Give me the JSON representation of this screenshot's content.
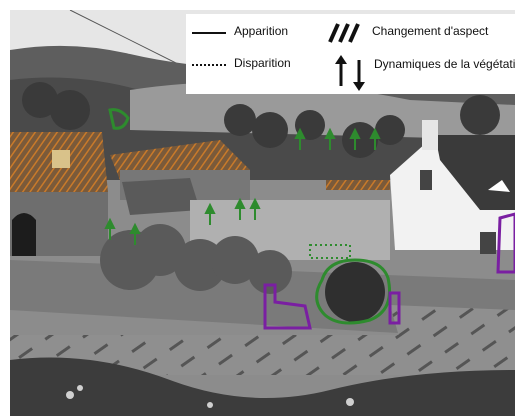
{
  "legend": {
    "appearance_label": "Apparition",
    "disappearance_label": "Disparition",
    "change_label": "Changement d'aspect",
    "vegetation_label": "Dynamiques de la végétation"
  },
  "colors": {
    "appearance_green": "#2e8b2e",
    "disappearance_purple": "#7a1fa2",
    "change_orange": "#c97a2a"
  }
}
